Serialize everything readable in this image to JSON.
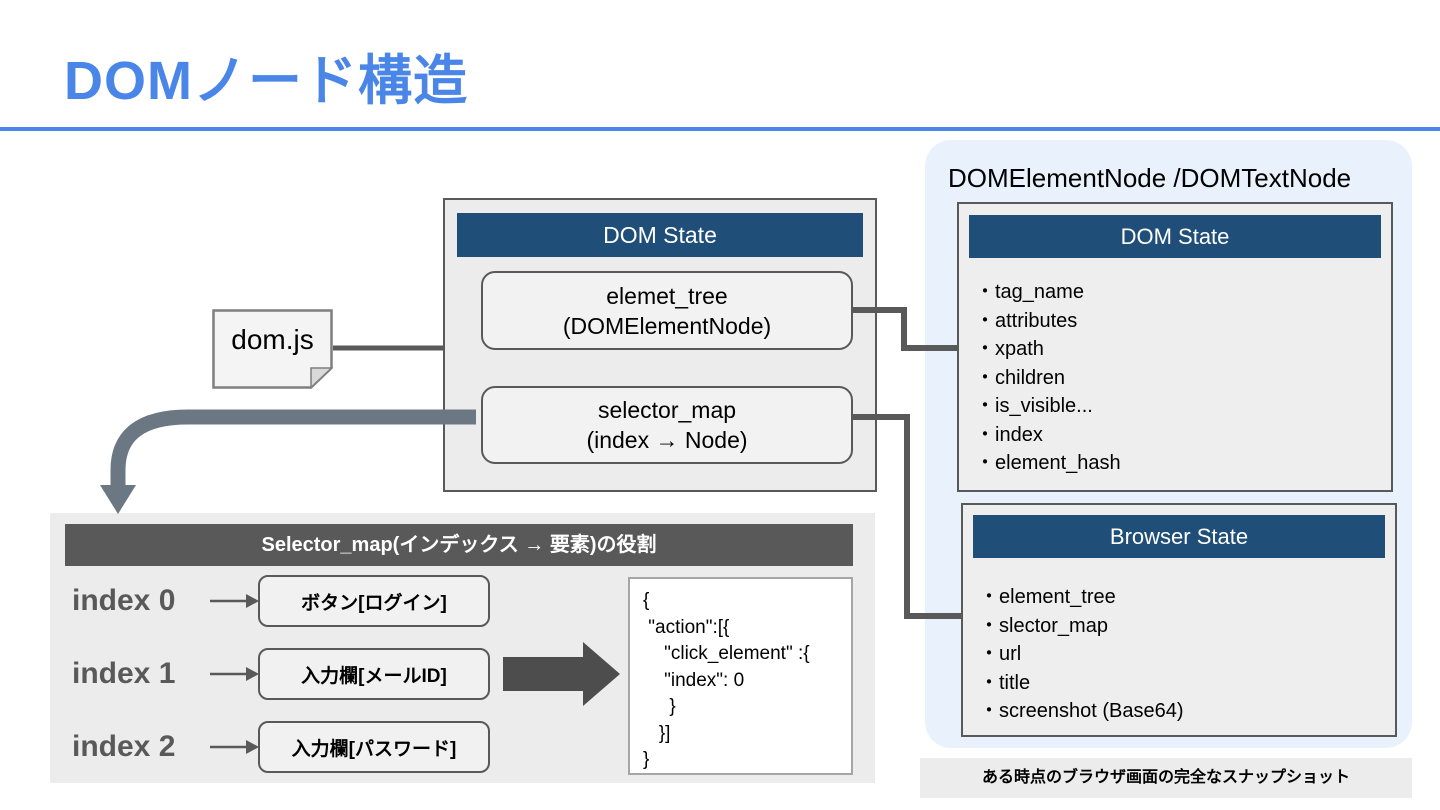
{
  "slide": {
    "title": "DOMノード構造",
    "colors": {
      "accent": "#4a86e8",
      "header_navy": "#1f4e79",
      "line_gray": "#595959"
    }
  },
  "dom_js": {
    "label": "dom.js"
  },
  "dom_state_panel": {
    "header": "DOM State",
    "element_tree": {
      "line1": "elemet_tree",
      "line2": "(DOMElementNode)"
    },
    "selector_map": {
      "line1": "selector_map",
      "line2": "(index → Node)"
    }
  },
  "node_panel": {
    "title": "DOMElementNode /DOMTextNode",
    "bullet": "・",
    "dom_state": {
      "header": "DOM State",
      "items": [
        "tag_name",
        "attributes",
        "xpath",
        "children",
        "is_visible...",
        "index",
        "element_hash"
      ]
    },
    "browser_state": {
      "header": "Browser State",
      "items": [
        "element_tree",
        "slector_map",
        "url",
        "title",
        "screenshot (Base64)"
      ]
    }
  },
  "selector_panel": {
    "header": "Selector_map(インデックス → 要素)の役割",
    "rows": [
      {
        "index_label": "index 0",
        "element_label": "ボタン[ログイン]"
      },
      {
        "index_label": "index 1",
        "element_label": "入力欄[メールID]"
      },
      {
        "index_label": "index 2",
        "element_label": "入力欄[パスワード]"
      }
    ],
    "code": "{\n \"action\":[{\n    \"click_element\" :{\n    \"index\": 0\n     }\n   }]\n}"
  },
  "caption": {
    "text": "ある時点のブラウザ画面の完全なスナップショット"
  }
}
